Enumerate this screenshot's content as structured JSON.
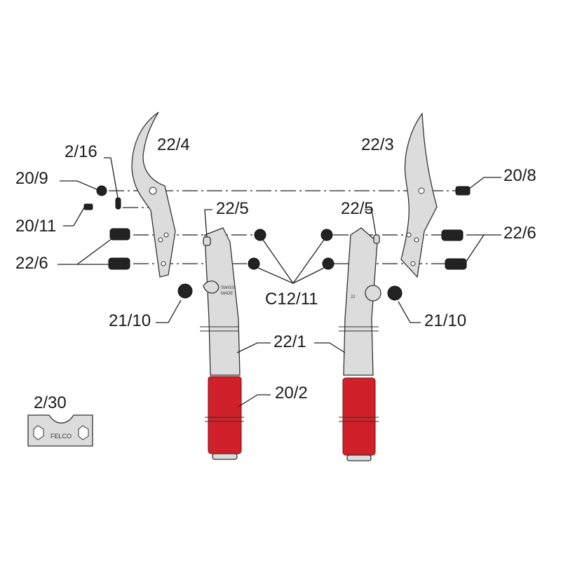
{
  "diagram": {
    "type": "exploded-parts-diagram",
    "labels": {
      "blade_left": "22/4",
      "spring_pin": "2/16",
      "washer": "20/9",
      "small_screw": "20/11",
      "bolts_left": "22/6",
      "stop_left": "22/5",
      "blade_right": "22/3",
      "stop_right": "22/5",
      "pivot_bolt": "20/8",
      "bolts_right": "22/6",
      "nuts": "C12/11",
      "buffer_left": "21/10",
      "buffer_right": "21/10",
      "handles": "22/1",
      "grips": "20/2",
      "key": "2/30"
    },
    "engravings": {
      "swiss": "SWISS",
      "made": "MADE",
      "model": "22",
      "brand": "FELCO"
    },
    "colors": {
      "grip": "#d0202a",
      "metal": "#dcdcdc",
      "ink": "#1a1a1a"
    }
  }
}
